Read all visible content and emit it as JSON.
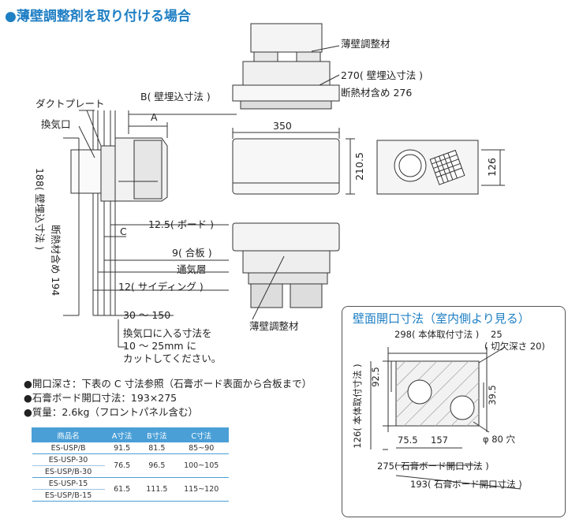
{
  "title": "●薄壁調整剤を取り付ける場合",
  "section_title": "壁面開口寸法（室内側より見る）",
  "side_view": {
    "duct_plate": "ダクトプレート",
    "exhaust_port": "換気口",
    "b_dim": "B( 壁埋込寸法 )",
    "a_dim": "A",
    "c_dim": "C",
    "vertical_dim_1": "188( 壁埋込寸法 )",
    "vertical_dim_2": "断熱材含め 194",
    "board": "12.5( ボード )",
    "plywood": "9( 合板 )",
    "air_layer": "通気層",
    "siding": "12( サイディング )",
    "range": "30 ～ 150",
    "note_line1": "換気口に入る寸法を",
    "note_line2": "10 ～ 25mm に",
    "note_line3": "カットしてください。"
  },
  "top_view": {
    "material_label": "薄壁調整材",
    "dim_270": "270( 壁埋込寸法 )",
    "insulation_276": "断熱材含め 276"
  },
  "front_view": {
    "width_350": "350",
    "height_2105": "210.5",
    "height_126": "126"
  },
  "bottom_view": {
    "material_label": "薄壁調整材"
  },
  "opening": {
    "body_width": "298( 本体取付寸法 )",
    "cut_25": "25",
    "cut_depth": "( 切欠深さ 20)",
    "dim_925": "92.5",
    "dim_395": "39.5",
    "body_height": "126( 本体取付寸法 )",
    "dim_755": "75.5",
    "dim_157": "157",
    "hole": "φ 80 穴",
    "board_275": "275( 石膏ボード開口寸法 )",
    "board_193": "193( 石膏ボード開口寸法 )"
  },
  "notes": [
    "●開口深さ：下表の C 寸法参照（石膏ボード表面から合板まで）",
    "●石膏ボード開口寸法：193×275",
    "●質量：2.6kg（フロントパネル含む）"
  ],
  "table": {
    "headers": [
      "商品名",
      "A寸法",
      "B寸法",
      "C寸法"
    ],
    "groups": [
      {
        "names": [
          "ES-USP/B"
        ],
        "a": "91.5",
        "b": "81.5",
        "c": "85~90"
      },
      {
        "names": [
          "ES-USP-30",
          "ES-USP/B-30"
        ],
        "a": "76.5",
        "b": "96.5",
        "c": "100~105"
      },
      {
        "names": [
          "ES-USP-15",
          "ES-USP/B-15"
        ],
        "a": "61.5",
        "b": "111.5",
        "c": "115~120"
      }
    ]
  },
  "colors": {
    "accent": "#1f7fc4",
    "table_header": "#4a9fd6"
  }
}
